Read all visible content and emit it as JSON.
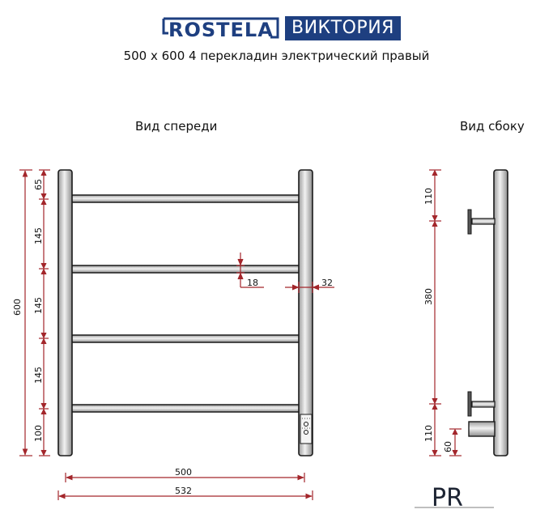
{
  "header": {
    "brand": "ROSTELA",
    "model": "ВИКТОРИЯ",
    "subtitle": "500 х 600 4 перекладин электрический правый",
    "brand_color": "#1e3f80"
  },
  "front_view": {
    "title": "Вид спереди",
    "dims": {
      "total_height": "600",
      "segments": [
        "65",
        "145",
        "145",
        "145",
        "100"
      ],
      "bar_diameter": "18",
      "post_diameter": "32",
      "inner_width": "500",
      "outer_width": "532"
    },
    "rungs": 4,
    "control_box_icon": "heater-control-icon"
  },
  "side_view": {
    "title": "Вид сбоку",
    "dims": {
      "top_offset": "110",
      "mount_spacing": "380",
      "bottom_offset": "110",
      "heater_height": "60"
    }
  },
  "footer": {
    "logo": "PR"
  },
  "colors": {
    "dimension_line": "#a3262b",
    "outline": "#1a1a1a",
    "metal_light": "#e8e8e8",
    "metal_dark": "#9a9a9a"
  }
}
